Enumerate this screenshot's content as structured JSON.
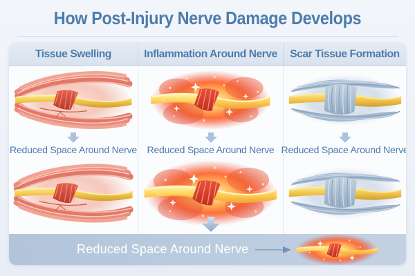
{
  "title": "How Post-Injury Nerve Damage Develops",
  "columns": [
    {
      "header": "Tissue Swelling",
      "caption": "Reduced Space Around Nerve"
    },
    {
      "header": "Inflammation Around Nerve",
      "caption": "Reduced Space Around Nerve"
    },
    {
      "header": "Scar Tissue Formation",
      "caption": "Reduced Space Around Nerve"
    }
  ],
  "banner": {
    "label": "Reduced Space Around Nerve"
  },
  "icons": {
    "column_step_arrow": "down-arrow",
    "merge_arrow": "big-down-arrow",
    "banner_pointer": "right-arrow"
  },
  "colors": {
    "title_text": "#4d7cab",
    "header_text": "#4d7cab",
    "caption_text": "#4a7aad",
    "header_bg": "#dfe7f2",
    "banner_bg": "#b7c8dc",
    "banner_text": "#ffffff",
    "arrow_blue": "#a9c3df",
    "nerve_yellow": "#f2c64b",
    "inflammation_orange": "#ff7038",
    "muscle_pink": "#e2786a",
    "scar_blue_gray": "#a3b8ce"
  }
}
